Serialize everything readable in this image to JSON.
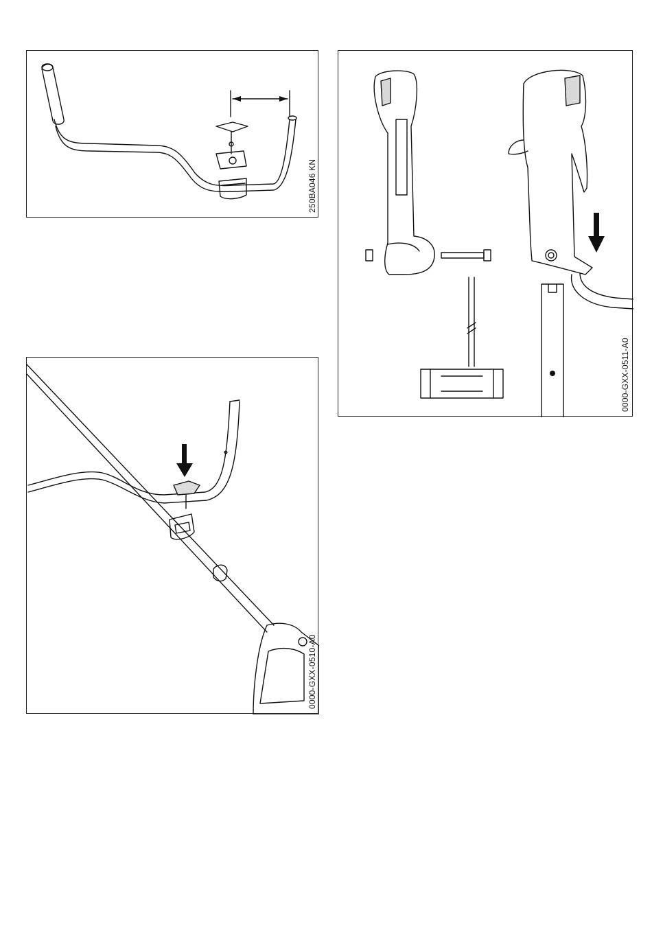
{
  "figures": [
    {
      "code": "250BA046 KN"
    },
    {
      "code": "0000-GXX-0510-A0"
    },
    {
      "code": "0000-GXX-0511-A0"
    }
  ],
  "colors": {
    "line": "#111111",
    "fill": "#ffffff",
    "shade": "#d8d8d8"
  },
  "icons": [
    "handlebar",
    "clamp-screw",
    "down-arrow",
    "dimension-arrow",
    "control-handle",
    "combination-wrench",
    "screwdriver-tool",
    "hex-bolt",
    "nut"
  ]
}
